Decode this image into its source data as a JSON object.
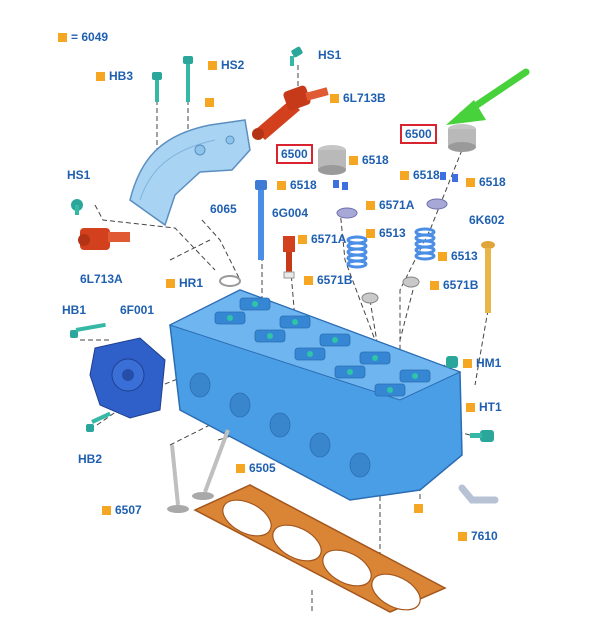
{
  "legend": {
    "text": "= 6049",
    "color": "#f5a623"
  },
  "colors": {
    "label_blue": "#1f5fb0",
    "ref_orange": "#f5a623",
    "highlight_red": "#d9232e",
    "arrow_green": "#47d13a",
    "part_blue": "#4a9ee6",
    "sensor_red": "#d2401e",
    "gasket_orange": "#d98535"
  },
  "labels": {
    "hb3": "HB3",
    "hs2": "HS2",
    "hs1_top": "HS1",
    "l6713b": "6L713B",
    "p6500_left": "6500",
    "p6500_right": "6500",
    "p6518_a": "6518",
    "p6518_b": "6518",
    "p6518_c": "6518",
    "p6518_d": "6518",
    "hs1_left": "HS1",
    "p6065": "6065",
    "p6g004": "6G004",
    "p6571a_right": "6571A",
    "p6571a_left": "6571A",
    "p6513_left": "6513",
    "p6513_right": "6513",
    "p6k602": "6K602",
    "l6713a": "6L713A",
    "hr1": "HR1",
    "p6571b_left": "6571B",
    "p6571b_right": "6571B",
    "hb1": "HB1",
    "p6f001": "6F001",
    "hm1": "HM1",
    "ht1": "HT1",
    "hb2": "HB2",
    "p6505": "6505",
    "p6507": "6507",
    "p7610": "7610"
  }
}
